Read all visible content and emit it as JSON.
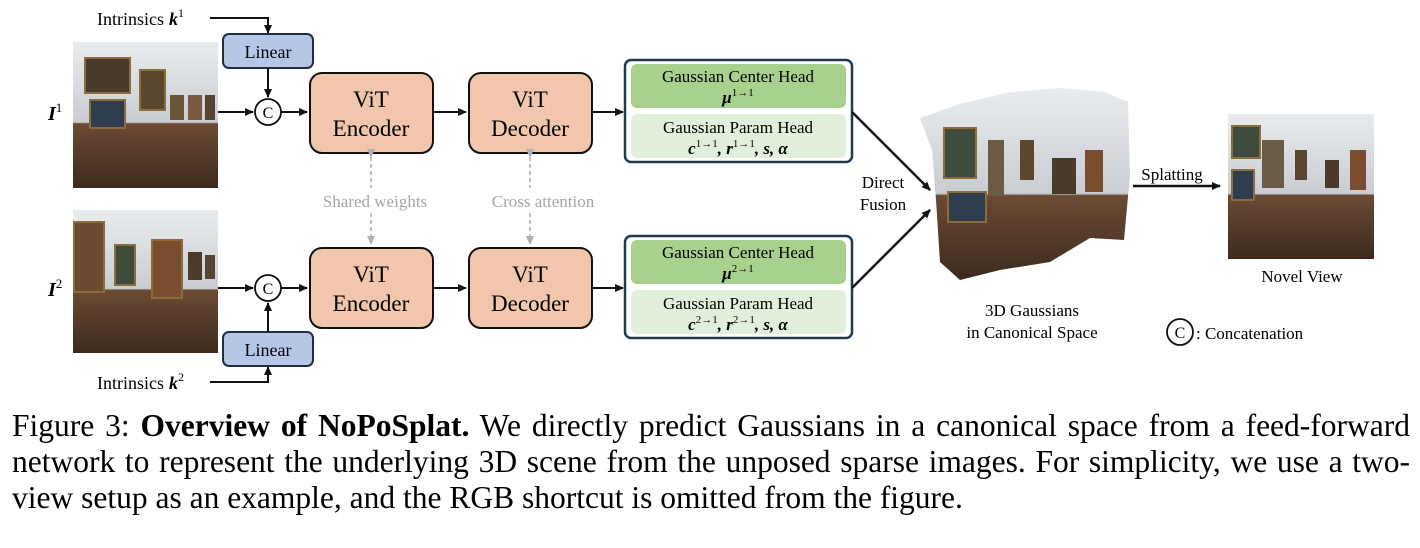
{
  "inputs": {
    "intrinsics_1": "Intrinsics",
    "intrinsics_1_sym": "k",
    "intrinsics_1_sup": "1",
    "intrinsics_2": "Intrinsics",
    "intrinsics_2_sym": "k",
    "intrinsics_2_sup": "2",
    "image_1_sym": "I",
    "image_1_sup": "1",
    "image_2_sym": "I",
    "image_2_sup": "2"
  },
  "linear_label": "Linear",
  "concat_symbol": "C",
  "encoder_label_1": "ViT",
  "encoder_label_2": "Encoder",
  "decoder_label_1": "ViT",
  "decoder_label_2": "Decoder",
  "shared_weights": "Shared weights",
  "cross_attention": "Cross attention",
  "heads": {
    "center_title": "Gaussian Center Head",
    "center_sym": "μ",
    "center_sup_1": "1→1",
    "center_sup_2": "2→1",
    "param_title": "Gaussian Param Head",
    "param_c": "c",
    "param_r": "r",
    "param_sup_1": "1→1",
    "param_sup_2": "2→1",
    "param_rest": ", s, α"
  },
  "direct_fusion_1": "Direct",
  "direct_fusion_2": "Fusion",
  "gaussians_label_1": "3D Gaussians",
  "gaussians_label_2": "in Canonical Space",
  "splatting": "Splatting",
  "novel_view": "Novel View",
  "legend_symbol": "C",
  "legend_text": ":  Concatenation",
  "caption": {
    "figure_label": "Figure 3: ",
    "bold_title": "Overview of NoPoSplat.",
    "body": "  We directly predict Gaussians in a canonical space from a feed-forward network to represent the underlying 3D scene from the unposed sparse images. For simplicity, we use a two-view setup as an example, and the RGB shortcut is omitted from the figure."
  },
  "colors": {
    "linear_fill": "#b4c7e7",
    "vit_fill": "#f2c6ac",
    "center_head_fill": "#a9d18e",
    "param_head_fill": "#e2efda",
    "head_border": "#1f3a55",
    "dashed": "#b0b0b0"
  }
}
